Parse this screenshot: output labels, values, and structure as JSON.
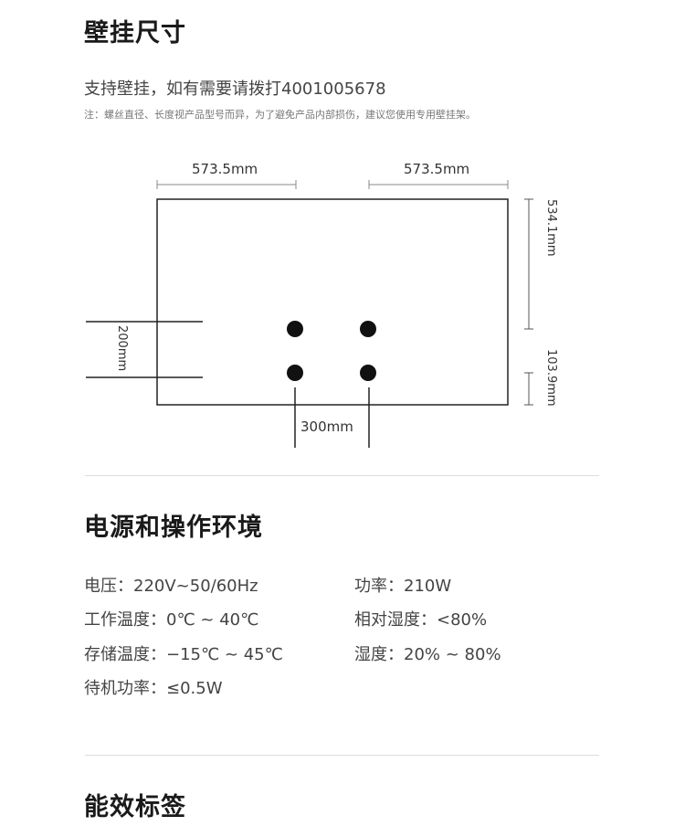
{
  "wall_mount": {
    "title": "壁挂尺寸",
    "support_text": "支持壁挂，如有需要请拨打4001005678",
    "note": "注：螺丝直径、长度视产品型号而异，为了避免产品内部损伤，建议您使用专用壁挂架。",
    "dimensions": {
      "top_left": "573.5mm",
      "top_right": "573.5mm",
      "right_upper": "534.1mm",
      "right_lower": "103.9mm",
      "left_spacing": "200mm",
      "bottom_spacing": "300mm"
    }
  },
  "power": {
    "title": "电源和操作环境",
    "specs": [
      {
        "key": "电压：",
        "value": "220V~50/60Hz"
      },
      {
        "key": "功率：",
        "value": "210W"
      },
      {
        "key": "工作温度：",
        "value": "0℃ ~ 40℃"
      },
      {
        "key": "相对湿度：",
        "value": "<80%"
      },
      {
        "key": "存储温度：",
        "value": "−15℃ ~ 45℃"
      },
      {
        "key": "湿度：",
        "value": "20% ~ 80%"
      },
      {
        "key": "待机功率：",
        "value": "≤0.5W"
      }
    ]
  },
  "energy": {
    "title": "能效标签"
  }
}
